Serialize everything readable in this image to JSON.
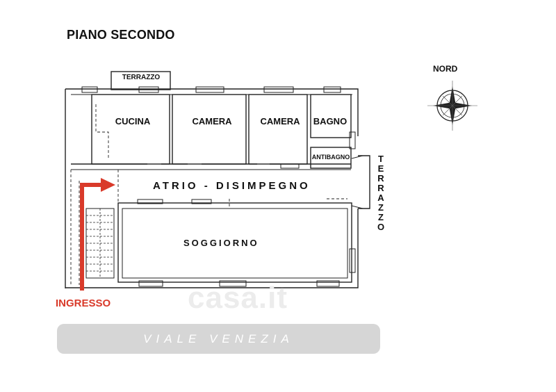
{
  "plan": {
    "title": "PIANO SECONDO",
    "north_label": "NORD",
    "entrance_label": "INGRESSO",
    "street_label": "VIALE VENEZIA",
    "watermark": "casa.it",
    "rooms": {
      "terrazzo_top": "TERRAZZO",
      "cucina": "CUCINA",
      "camera_1": "CAMERA",
      "camera_2": "CAMERA",
      "bagno": "BAGNO",
      "antibagno": "ANTIBAGNO",
      "atrio": "ATRIO - DISIMPEGNO",
      "soggiorno": "SOGGIORNO",
      "terrazzo_side": "TERRAZZO"
    },
    "colors": {
      "arrow": "#d93a2a",
      "walls": "#222222",
      "street": "#d6d6d6"
    }
  }
}
